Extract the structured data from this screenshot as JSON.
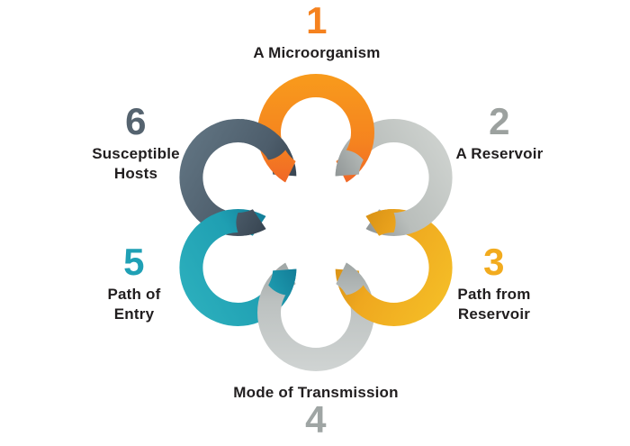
{
  "diagram_type": "interlocking-rings-cycle",
  "text_color": "#211E1F",
  "steps": [
    {
      "number": "1",
      "label_lines": [
        "A Microorganism"
      ],
      "number_color": "#F5821F",
      "ring_color_name": "orange",
      "gradient": {
        "start": "#F89B1C",
        "mid": "#F5831F",
        "end": "#EE5B2A"
      }
    },
    {
      "number": "2",
      "label_lines": [
        "A Reservoir"
      ],
      "number_color": "#9CA19F",
      "ring_color_name": "silver",
      "gradient": {
        "start": "#CDD1CE",
        "mid": "#B9BEBB",
        "end": "#7E8486"
      }
    },
    {
      "number": "3",
      "label_lines": [
        "Path from",
        "Reservoir"
      ],
      "number_color": "#F2AB1E",
      "ring_color_name": "gold",
      "gradient": {
        "start": "#F4BC26",
        "mid": "#EFA81F",
        "end": "#D18A12"
      }
    },
    {
      "number": "4",
      "label_lines": [
        "Mode of Transmission"
      ],
      "number_color": "#9FA5A4",
      "ring_color_name": "light-gray",
      "gradient": {
        "start": "#D0D4D3",
        "mid": "#BCC1C0",
        "end": "#939A99"
      }
    },
    {
      "number": "5",
      "label_lines": [
        "Path of",
        "Entry"
      ],
      "number_color": "#1FA0B5",
      "ring_color_name": "teal",
      "gradient": {
        "start": "#2BAEBC",
        "mid": "#1F9FB2",
        "end": "#0D6E8C"
      }
    },
    {
      "number": "6",
      "label_lines": [
        "Susceptible",
        "Hosts"
      ],
      "number_color": "#55636F",
      "ring_color_name": "dark-slate",
      "gradient": {
        "start": "#5F7280",
        "mid": "#4D5D6B",
        "end": "#2E3A46"
      }
    }
  ]
}
